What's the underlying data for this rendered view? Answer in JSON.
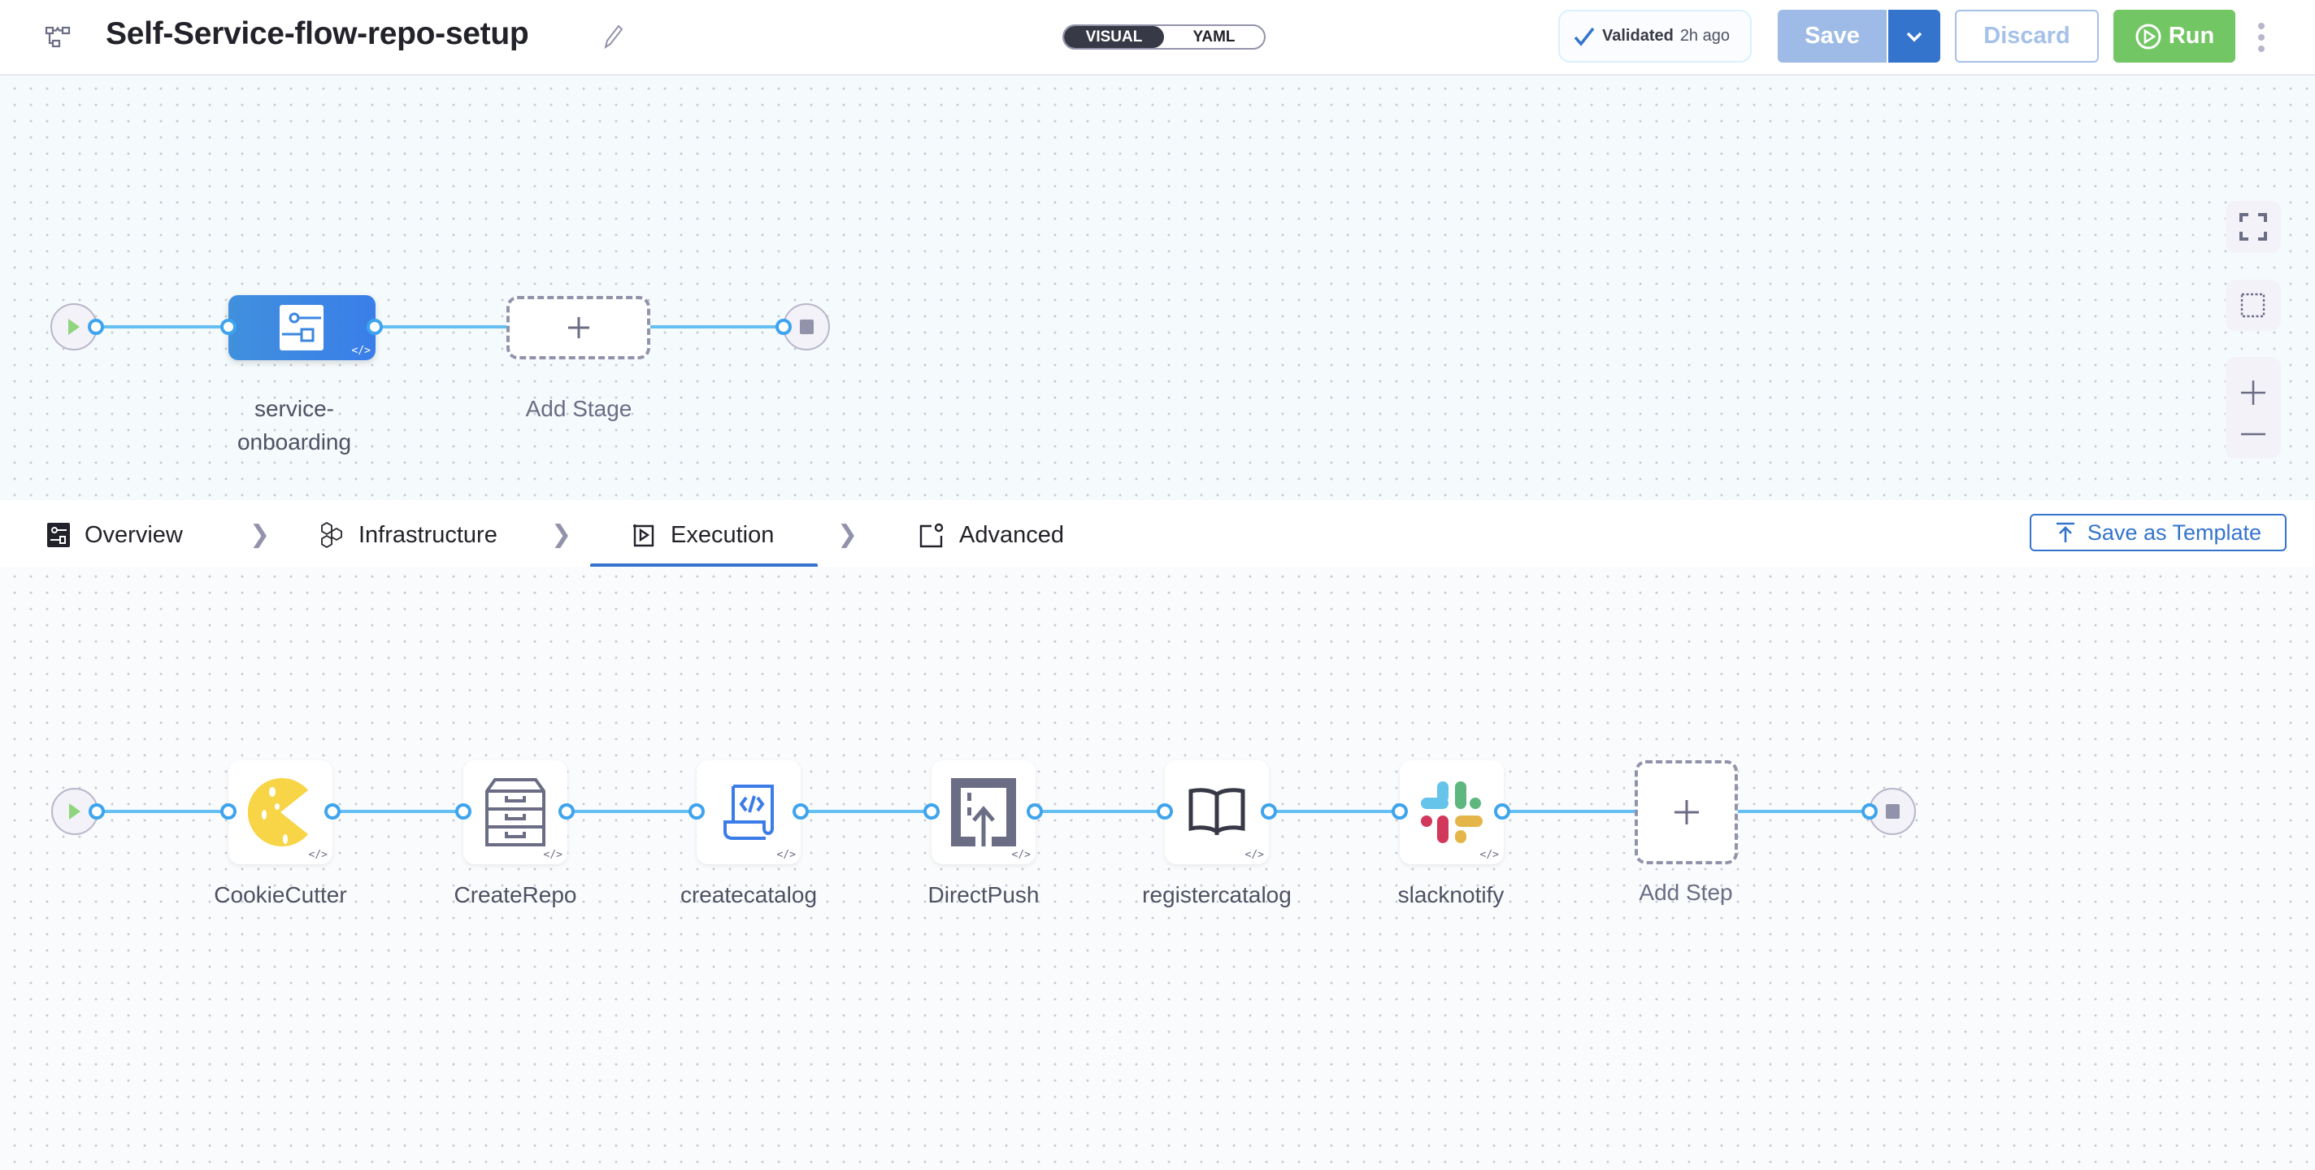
{
  "header": {
    "title": "Self-Service-flow-repo-setup",
    "view_toggle": {
      "options": [
        "VISUAL",
        "YAML"
      ],
      "selected": "VISUAL"
    },
    "validation": {
      "status": "Validated",
      "time": "2h ago"
    },
    "save_label": "Save",
    "discard_label": "Discard",
    "run_label": "Run"
  },
  "stages": {
    "items": [
      {
        "label": "service-onboarding",
        "label_line1": "service-",
        "label_line2": "onboarding",
        "icon": "stage-flow-icon",
        "color": "#3b86e0"
      }
    ],
    "add_label": "Add Stage"
  },
  "tabs": {
    "items": [
      {
        "label": "Overview",
        "icon": "overview-icon"
      },
      {
        "label": "Infrastructure",
        "icon": "infrastructure-icon"
      },
      {
        "label": "Execution",
        "icon": "execution-icon"
      },
      {
        "label": "Advanced",
        "icon": "advanced-icon"
      }
    ],
    "active": "Execution",
    "save_template_label": "Save as Template"
  },
  "steps": {
    "items": [
      {
        "label": "CookieCutter",
        "icon": "cookiecutter-icon"
      },
      {
        "label": "CreateRepo",
        "icon": "file-cabinet-icon"
      },
      {
        "label": "createcatalog",
        "icon": "code-scroll-icon"
      },
      {
        "label": "DirectPush",
        "icon": "push-upload-icon"
      },
      {
        "label": "registercatalog",
        "icon": "book-icon"
      },
      {
        "label": "slacknotify",
        "icon": "slack-icon"
      }
    ],
    "add_label": "Add Step"
  },
  "colors": {
    "accent": "#3474cd",
    "run": "#72c663",
    "edge": "#65bff2",
    "port": "#3ea4ed"
  }
}
